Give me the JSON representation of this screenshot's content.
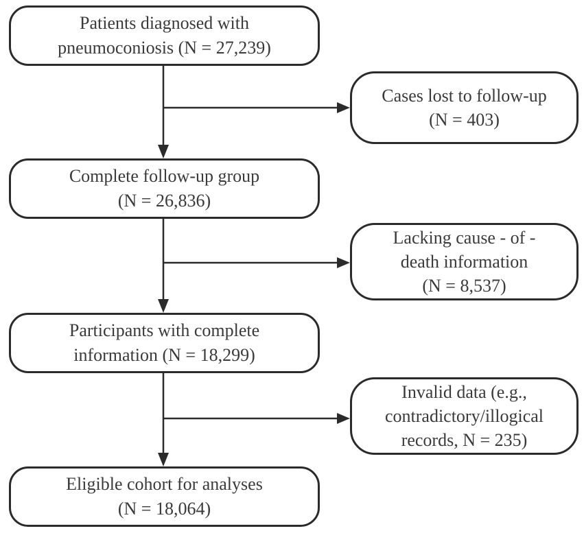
{
  "style": {
    "background": "#ffffff",
    "line_color": "#2b2b2b",
    "border_color": "#2b2b2b",
    "text_color": "#3a3a3a"
  },
  "flow": {
    "type": "flow-diagram",
    "main_nodes": [
      {
        "label": "Patients diagnosed with pneumoconiosis (N = 27,239)",
        "lines": [
          "Patients diagnosed with",
          "pneumoconiosis (N = 27,239)"
        ]
      },
      {
        "label": "Complete follow-up group (N = 26,836)",
        "lines": [
          "Complete follow-up group",
          "(N = 26,836)"
        ]
      },
      {
        "label": "Participants with complete information (N = 18,299)",
        "lines": [
          "Participants with complete",
          "information (N = 18,299)"
        ]
      },
      {
        "label": "Eligible cohort for analyses (N = 18,064)",
        "lines": [
          "Eligible cohort for analyses",
          "(N = 18,064)"
        ]
      }
    ],
    "exclusion_nodes": [
      {
        "label": "Cases lost to follow-up (N = 403)",
        "lines": [
          "Cases lost to follow-up",
          "(N = 403)"
        ]
      },
      {
        "label": "Lacking cause - of - death information (N = 8,537)",
        "lines": [
          "Lacking cause - of -",
          "death information",
          "(N = 8,537)"
        ]
      },
      {
        "label": "Invalid data (e.g., contradictory/illogical records, N = 235)",
        "lines": [
          "Invalid data (e.g.,",
          "contradictory/illogical",
          "records, N = 235)"
        ]
      }
    ]
  }
}
